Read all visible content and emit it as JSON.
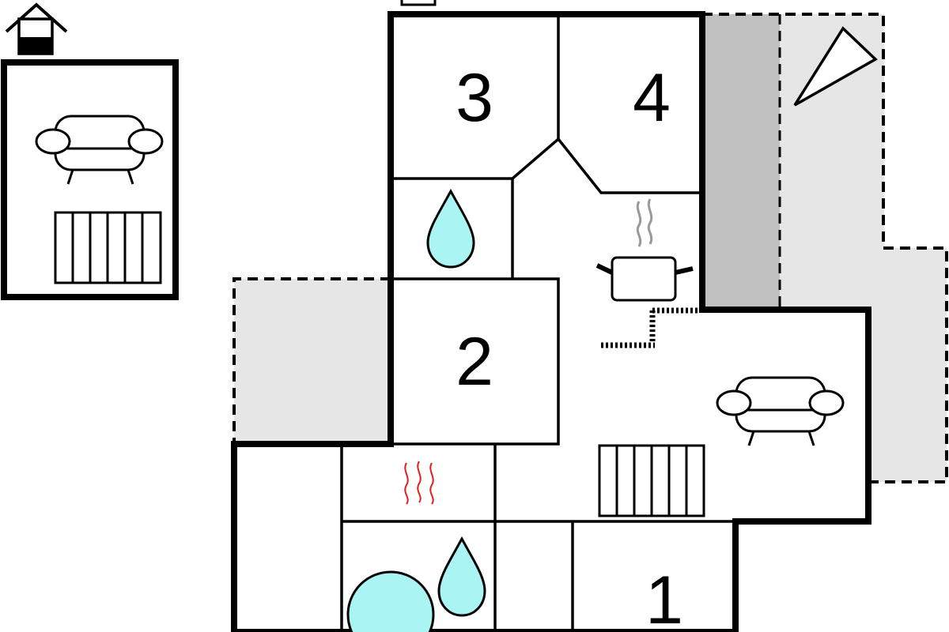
{
  "rooms": {
    "bedroom_1": {
      "number": "1"
    },
    "bedroom_2": {
      "number": "2"
    },
    "bedroom_3": {
      "number": "3"
    },
    "bedroom_4": {
      "number": "4"
    }
  },
  "icons": [
    "house-icon",
    "sofa-icon",
    "radiator-icon",
    "water-drop-icon",
    "cooking-pot-icon",
    "fireplace-icon",
    "sauna-heat-icon",
    "pool-icon",
    "north-arrow-icon"
  ],
  "colors": {
    "wall": "#000000",
    "outdoor_area": "#e6e6e6",
    "outdoor_area_dark": "#c0c0c0",
    "water": "#aaf4f4",
    "heat": "#e02020",
    "steam": "#999999"
  }
}
